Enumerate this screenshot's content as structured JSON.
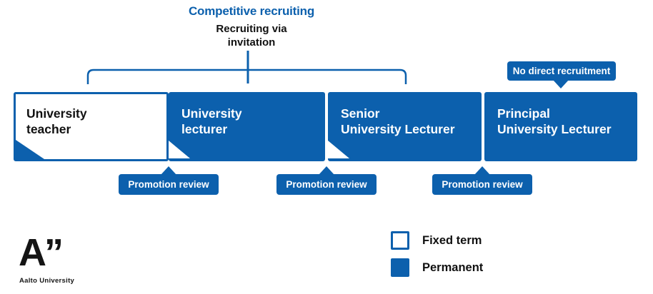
{
  "colors": {
    "brand_blue": "#0c60ad",
    "text": "#111111",
    "background": "#ffffff"
  },
  "header": {
    "competitive": "Competitive recruiting",
    "invitation_line1": "Recruiting via",
    "invitation_line2": "invitation"
  },
  "no_direct": {
    "label": "No direct recruitment"
  },
  "boxes": [
    {
      "line1": "University",
      "line2": "teacher",
      "term": "fixed"
    },
    {
      "line1": "University",
      "line2": "lecturer",
      "term": "permanent"
    },
    {
      "line1": "Senior",
      "line2": "University Lecturer",
      "term": "permanent"
    },
    {
      "line1": "Principal",
      "line2": "University Lecturer",
      "term": "permanent"
    }
  ],
  "promotions": [
    "Promotion review",
    "Promotion review",
    "Promotion review"
  ],
  "legend": {
    "fixed_label": "Fixed term",
    "permanent_label": "Permanent"
  },
  "logo": {
    "mark": "A”",
    "text": "Aalto University"
  }
}
